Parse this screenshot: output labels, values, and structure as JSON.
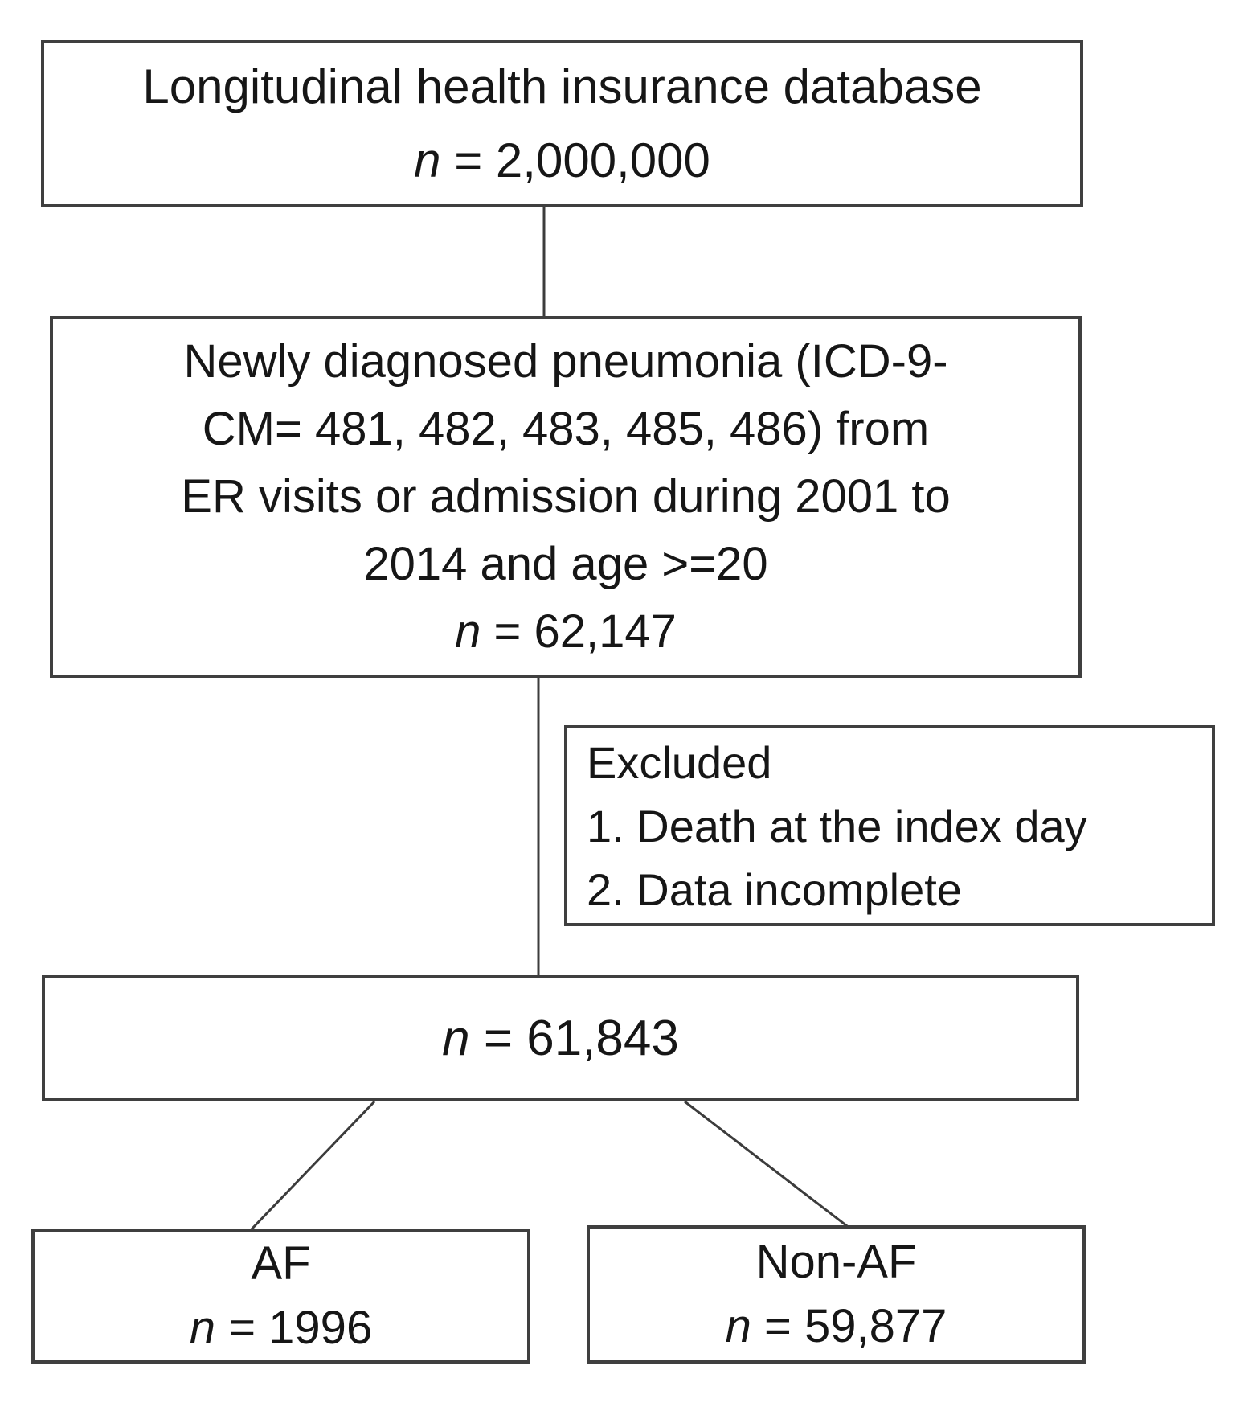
{
  "flowchart": {
    "database": {
      "text": "Longitudinal health insurance database",
      "n_var": "n",
      "n_value": "= 2,000,000"
    },
    "pneumonia": {
      "lines": [
        "Newly diagnosed pneumonia (ICD-9-",
        "CM= 481, 482, 483, 485, 486) from",
        "ER visits or admission during 2001 to",
        "2014 and age >=20"
      ],
      "n_var": "n",
      "n_value": "= 62,147"
    },
    "excluded": {
      "title": "Excluded",
      "items": [
        "1. Death at the index day",
        "2. Data incomplete"
      ]
    },
    "cohort": {
      "n_var": "n",
      "n_value": "= 61,843"
    },
    "af": {
      "label": "AF",
      "n_var": "n",
      "n_value": "= 1996"
    },
    "non_af": {
      "label": "Non-AF",
      "n_var": "n",
      "n_value": "= 59,877"
    }
  },
  "colors": {
    "box_border": "#3f3f3f",
    "line": "#3c3c3c",
    "text": "#161616",
    "background": "#ffffff"
  }
}
